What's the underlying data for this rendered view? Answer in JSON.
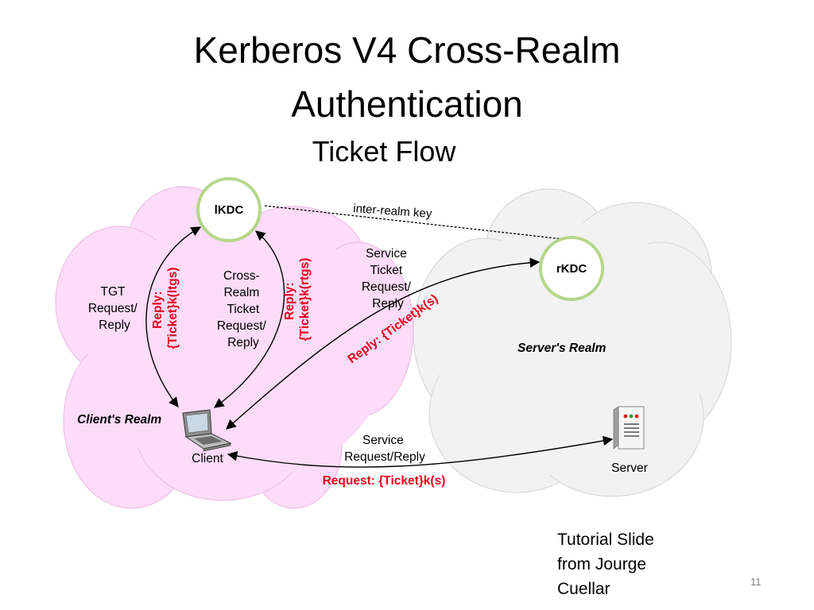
{
  "title": {
    "line1": "Kerberos V4 Cross-Realm",
    "line2": "Authentication",
    "subtitle": "Ticket Flow"
  },
  "diagram": {
    "nodes": {
      "ikdc": "lKDC",
      "rkdc": "rKDC",
      "client": "Client",
      "server": "Server"
    },
    "realms": {
      "client": "Client's Realm",
      "server": "Server's Realm"
    },
    "link_label": "inter-realm key",
    "flows": {
      "tgt": [
        "TGT",
        "Request/",
        "Reply"
      ],
      "tgt_reply": [
        "Reply:",
        "{Ticket}k(ltgs)"
      ],
      "cross_realm": [
        "Cross-",
        "Realm",
        "Ticket",
        "Request/",
        "Reply"
      ],
      "cross_reply": [
        "Reply:",
        "{Ticket}k(rtgs)"
      ],
      "service_ticket": [
        "Service",
        "Ticket",
        "Request/",
        "Reply"
      ],
      "service_ticket_reply": "Reply: {Ticket}k(s)",
      "service": [
        "Service",
        "Request/Reply"
      ],
      "service_request": "Request: {Ticket}k(s)"
    },
    "colors": {
      "client_realm": "#fcdcf8",
      "server_realm": "#f2f2f2",
      "kdc_ring": "#b5d78a",
      "reply_text": "#e8001c"
    }
  },
  "credit": "Tutorial Slide\nfrom Jourge\nCuellar",
  "slide_number": "11"
}
